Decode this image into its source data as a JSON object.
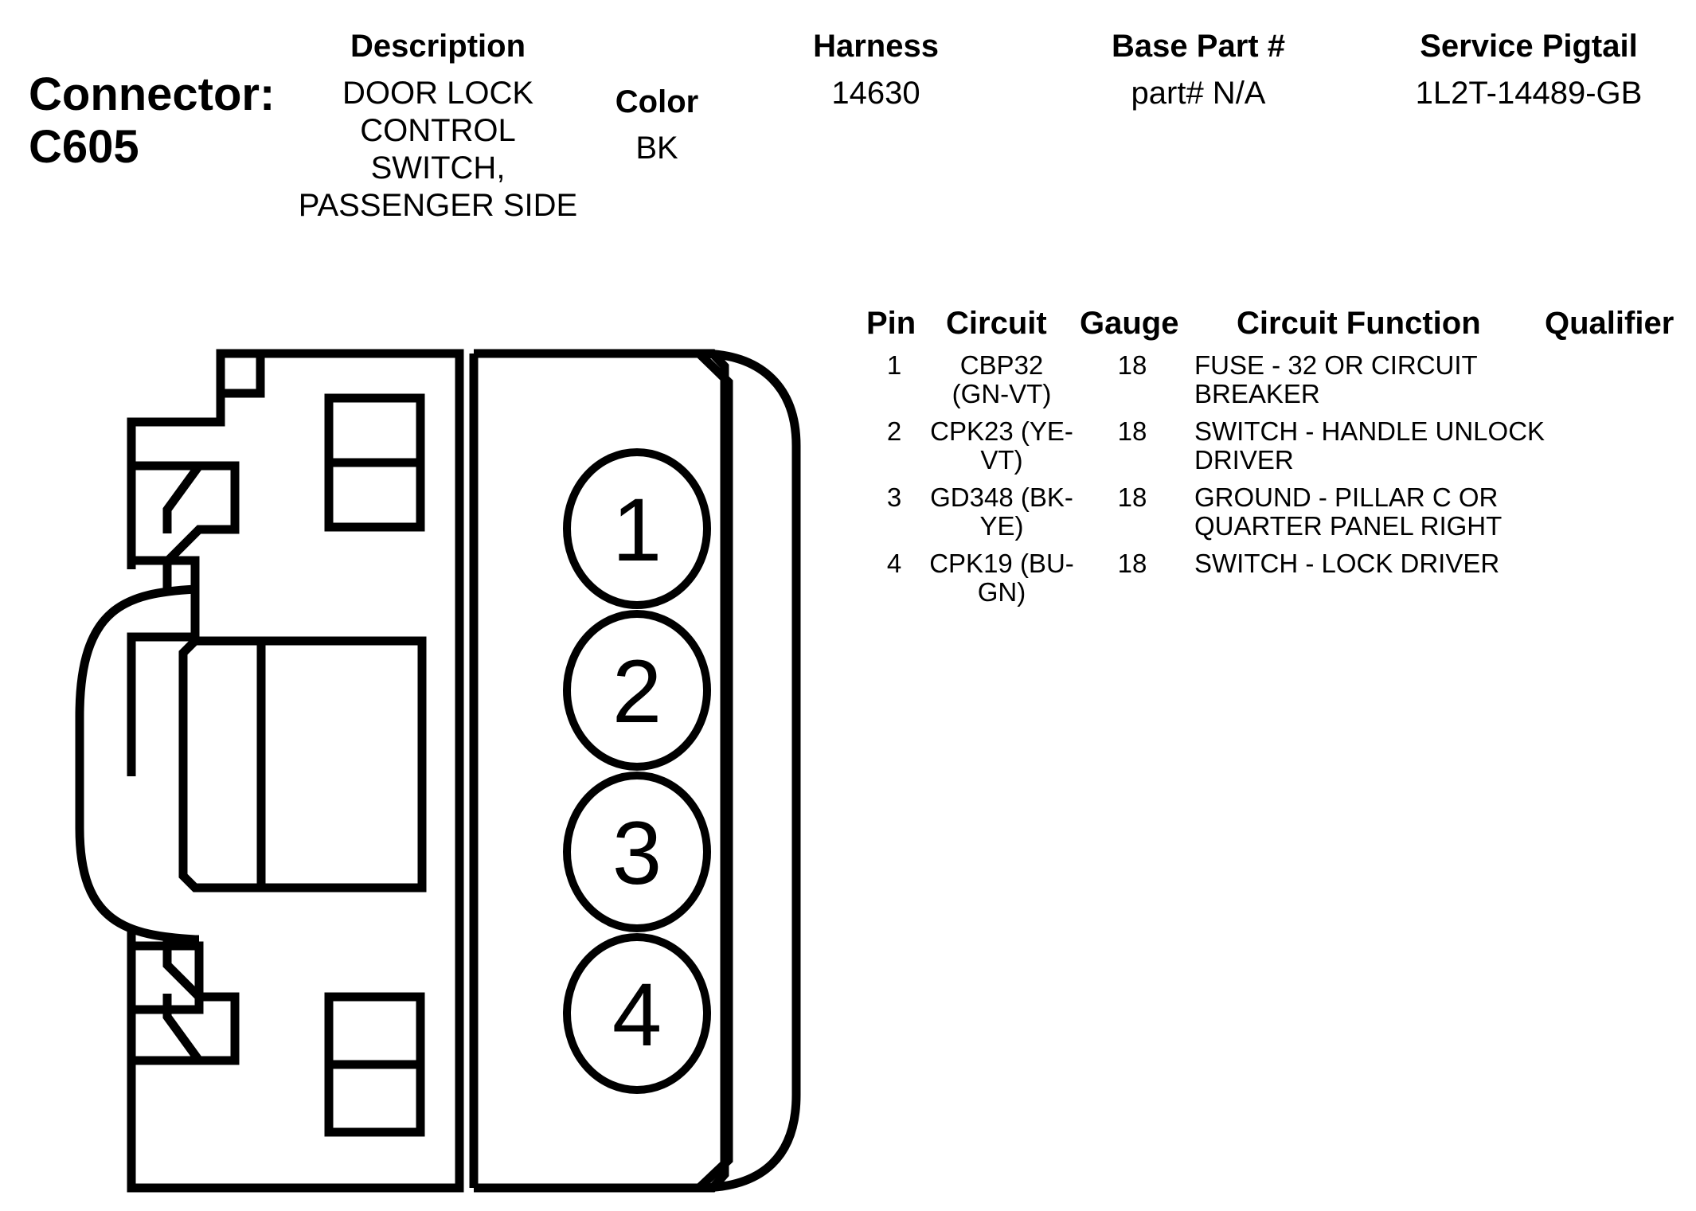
{
  "connector": {
    "label_line1": "Connector:",
    "label_line2": "C605"
  },
  "header": {
    "description_title": "Description",
    "description_lines": [
      "DOOR LOCK",
      "CONTROL",
      "SWITCH,",
      "PASSENGER SIDE"
    ],
    "color_title": "Color",
    "color_value": "BK",
    "harness_title": "Harness",
    "harness_value": "14630",
    "base_part_title": "Base Part #",
    "base_part_value": "part# N/A",
    "pigtail_title": "Service Pigtail",
    "pigtail_value": "1L2T-14489-GB"
  },
  "pin_table": {
    "columns": [
      "Pin",
      "Circuit",
      "Gauge",
      "Circuit Function",
      "Qualifier"
    ],
    "rows": [
      {
        "pin": "1",
        "circuit": [
          "CBP32",
          "(GN-VT)"
        ],
        "gauge": "18",
        "function": [
          "FUSE - 32 OR CIRCUIT",
          "BREAKER"
        ],
        "qualifier": ""
      },
      {
        "pin": "2",
        "circuit": [
          "CPK23 (YE-",
          "VT)"
        ],
        "gauge": "18",
        "function": [
          "SWITCH - HANDLE UNLOCK",
          "DRIVER"
        ],
        "qualifier": ""
      },
      {
        "pin": "3",
        "circuit": [
          "GD348 (BK-",
          "YE)"
        ],
        "gauge": "18",
        "function": [
          "GROUND - PILLAR C OR",
          "QUARTER PANEL RIGHT"
        ],
        "qualifier": ""
      },
      {
        "pin": "4",
        "circuit": [
          "CPK19 (BU-",
          "GN)"
        ],
        "gauge": "18",
        "function": [
          "SWITCH - LOCK DRIVER"
        ],
        "qualifier": ""
      }
    ]
  },
  "diagram": {
    "pin_labels": [
      "1",
      "2",
      "3",
      "4"
    ]
  }
}
